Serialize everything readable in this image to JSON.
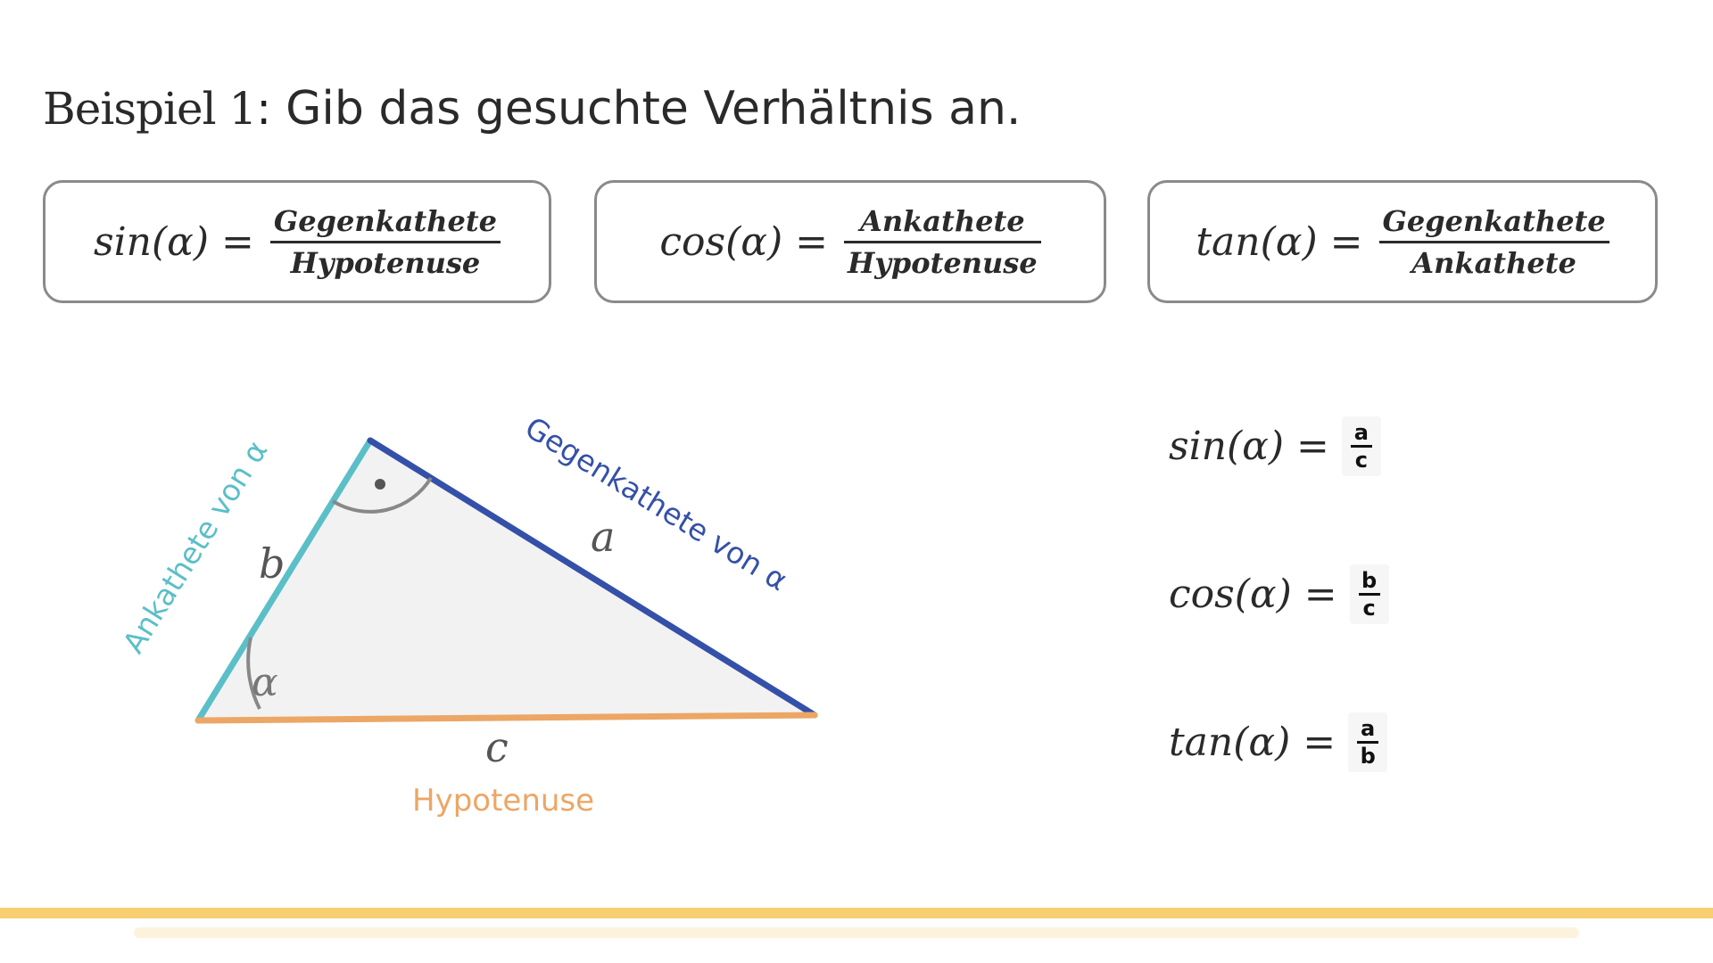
{
  "title": {
    "prefix": "Beispiel 1",
    "colon": ":",
    "text": "Gib das gesuchte Verhältnis an."
  },
  "formulas": [
    {
      "lhs": "sin(α) =",
      "numerator": "Gegenkathete",
      "denominator": "Hypotenuse"
    },
    {
      "lhs": "cos(α) =",
      "numerator": "Ankathete",
      "denominator": "Hypotenuse"
    },
    {
      "lhs": "tan(α) =",
      "numerator": "Gegenkathete",
      "denominator": "Ankathete"
    }
  ],
  "triangle": {
    "side_b": "b",
    "side_a": "a",
    "side_c": "c",
    "angle": "α",
    "label_adjacent": "Ankathete von α",
    "label_opposite": "Gegenkathete von α",
    "label_hypotenuse": "Hypotenuse",
    "colors": {
      "adjacent": "#5bbfc8",
      "opposite": "#3550a8",
      "hypotenuse": "#eca665",
      "fill": "#f2f2f2",
      "angle_mark": "#888888"
    }
  },
  "answers": [
    {
      "lhs": "sin(α) =",
      "numerator": "a",
      "denominator": "c"
    },
    {
      "lhs": "cos(α) =",
      "numerator": "b",
      "denominator": "c"
    },
    {
      "lhs": "tan(α) =",
      "numerator": "a",
      "denominator": "b"
    }
  ],
  "colors": {
    "bottom_bar": "#f7cf72",
    "progress_track": "#fdf3dc"
  }
}
